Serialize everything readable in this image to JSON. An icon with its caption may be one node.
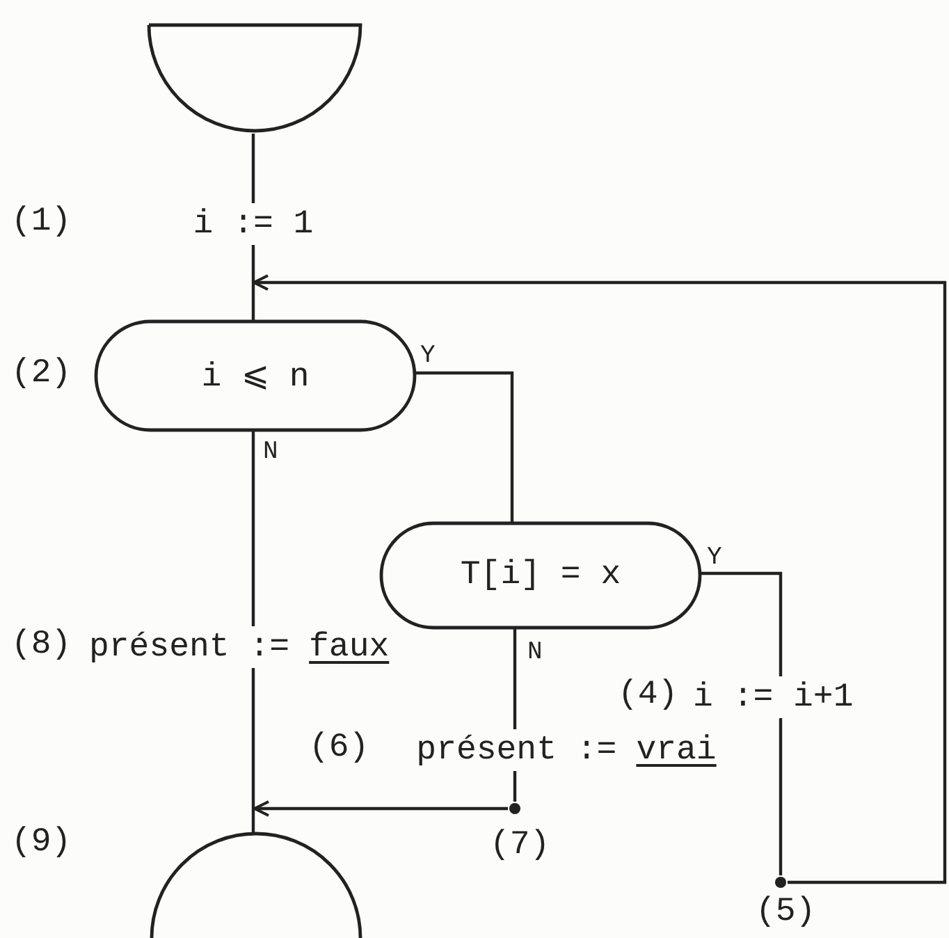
{
  "diagram": {
    "nodes": [
      {
        "text": [],
        "shape": "semicircle"
      },
      {
        "text": [
          "i := 1"
        ],
        "beside": [
          "(1)"
        ]
      },
      {
        "text": [
          "i ⩽ n"
        ],
        "beside": [
          "(2)"
        ]
      },
      {
        "text": [
          "T[i] = x"
        ]
      },
      {
        "text": [
          "présent :=",
          "faux"
        ],
        "beside": [
          "(8)"
        ]
      },
      {
        "text": [
          "i := i+1"
        ],
        "beside": [
          "(4)"
        ]
      },
      {
        "text": [
          "présent :=",
          "vrai"
        ],
        "beside": [
          "(6)"
        ]
      },
      {
        "text": [],
        "shape": "circle",
        "beside": [
          "(7)"
        ]
      },
      {
        "text": [],
        "shape": "circle",
        "beside": [
          "(5)"
        ]
      },
      {
        "text": [],
        "shape": "semicircle",
        "beside": [
          "(9)"
        ]
      }
    ],
    "edges": [
      {
        "from": 0,
        "to": 1,
        "arrow": "none"
      },
      {
        "from": 1,
        "to": 2,
        "arrow": "none"
      },
      {
        "from": 2,
        "to": 3,
        "arrow": "none",
        "label": "Y"
      },
      {
        "from": 2,
        "to": 4,
        "arrow": "none",
        "label": "N"
      },
      {
        "from": 4,
        "to": 9,
        "arrow": "none"
      },
      {
        "from": 3,
        "to": 5,
        "arrow": "none",
        "label": "Y"
      },
      {
        "from": 5,
        "to": 8,
        "arrow": "none"
      },
      {
        "from": 8,
        "to": 2,
        "arrow": "to"
      },
      {
        "from": 3,
        "to": 6,
        "arrow": "none",
        "label": "N"
      },
      {
        "from": 6,
        "to": 7,
        "arrow": "none"
      },
      {
        "from": 7,
        "to": 9,
        "arrow": "to"
      }
    ]
  }
}
